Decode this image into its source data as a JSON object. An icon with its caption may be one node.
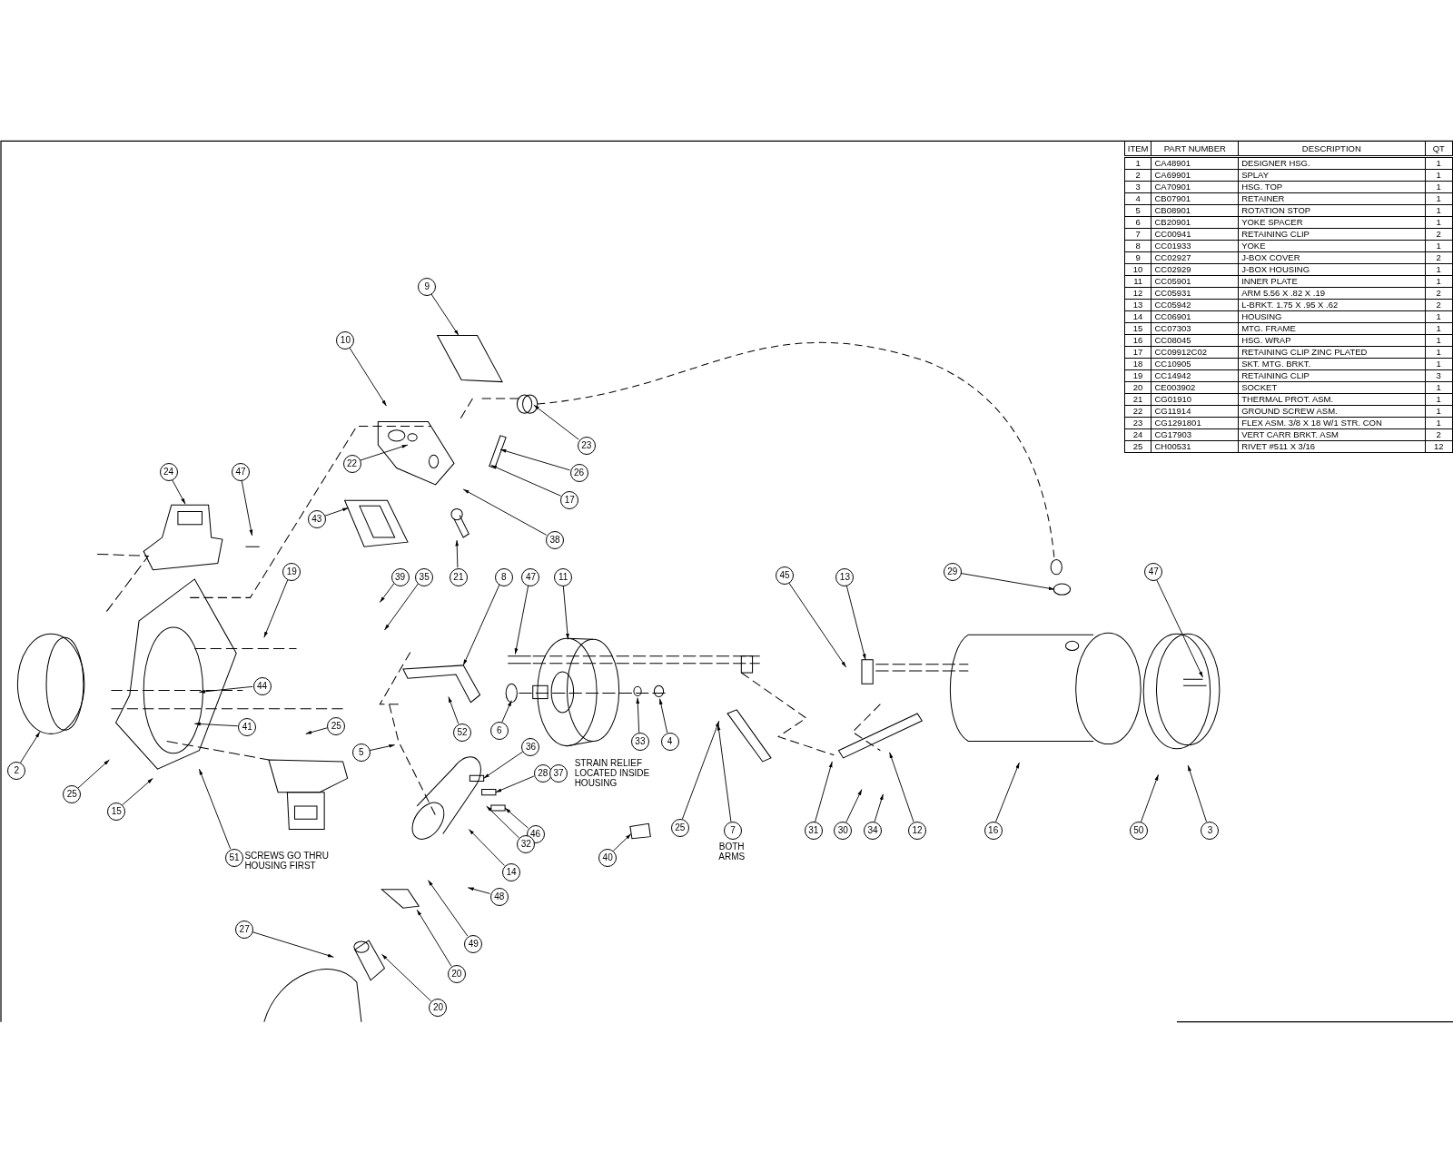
{
  "diagram": {
    "nodes": [
      {
        "text": [
          "9"
        ]
      },
      {
        "text": [
          "10"
        ]
      },
      {
        "text": [
          "23"
        ]
      },
      {
        "text": [
          "22"
        ]
      },
      {
        "text": [
          "26"
        ]
      },
      {
        "text": [
          "24"
        ]
      },
      {
        "text": [
          "47"
        ]
      },
      {
        "text": [
          "17"
        ]
      },
      {
        "text": [
          "43"
        ]
      },
      {
        "text": [
          "38"
        ]
      },
      {
        "text": [
          "21"
        ]
      },
      {
        "text": [
          "19"
        ]
      },
      {
        "text": [
          "39"
        ]
      },
      {
        "text": [
          "35"
        ]
      },
      {
        "text": [
          "8"
        ]
      },
      {
        "text": [
          "47"
        ]
      },
      {
        "text": [
          "11"
        ]
      },
      {
        "text": [
          "45"
        ]
      },
      {
        "text": [
          "13"
        ]
      },
      {
        "text": [
          "29"
        ]
      },
      {
        "text": [
          "47"
        ]
      },
      {
        "text": [
          "44"
        ]
      },
      {
        "text": [
          "41"
        ]
      },
      {
        "text": [
          "25"
        ]
      },
      {
        "text": [
          "6"
        ]
      },
      {
        "text": [
          "52"
        ]
      },
      {
        "text": [
          "33"
        ]
      },
      {
        "text": [
          "4"
        ]
      },
      {
        "text": [
          "5"
        ]
      },
      {
        "text": [
          "2"
        ]
      },
      {
        "text": [
          "36"
        ]
      },
      {
        "text": [
          "28"
        ]
      },
      {
        "text": [
          "37"
        ]
      },
      {
        "text": [
          "25"
        ]
      },
      {
        "text": [
          "15"
        ]
      },
      {
        "text": [
          "40"
        ]
      },
      {
        "text": [
          "46"
        ]
      },
      {
        "text": [
          "25"
        ]
      },
      {
        "text": [
          "7"
        ],
        "beside": [
          "BOTH ARMS"
        ]
      },
      {
        "text": [
          "31"
        ]
      },
      {
        "text": [
          "30"
        ]
      },
      {
        "text": [
          "34"
        ]
      },
      {
        "text": [
          "12"
        ]
      },
      {
        "text": [
          "16"
        ]
      },
      {
        "text": [
          "50"
        ]
      },
      {
        "text": [
          "3"
        ]
      },
      {
        "text": [
          "32"
        ]
      },
      {
        "text": [
          "51"
        ],
        "beside": [
          "SCREWS GO THRU HOUSING FIRST"
        ]
      },
      {
        "text": [
          "14"
        ]
      },
      {
        "text": [
          "48"
        ]
      },
      {
        "text": [
          "49"
        ]
      },
      {
        "text": [
          "27"
        ]
      },
      {
        "text": [
          "20"
        ]
      },
      {
        "text": [
          "20"
        ]
      }
    ],
    "edges": [
      {
        "from": 0,
        "to": null,
        "arrow": "to"
      },
      {
        "from": 1,
        "to": null,
        "arrow": "to"
      },
      {
        "from": 2,
        "to": null,
        "arrow": "to"
      },
      {
        "from": 3,
        "to": null,
        "arrow": "to"
      },
      {
        "from": 4,
        "to": null,
        "arrow": "to"
      },
      {
        "from": 5,
        "to": null,
        "arrow": "to"
      },
      {
        "from": 6,
        "to": null,
        "arrow": "to"
      },
      {
        "from": 7,
        "to": null,
        "arrow": "to"
      },
      {
        "from": 8,
        "to": null,
        "arrow": "to"
      },
      {
        "from": 9,
        "to": null,
        "arrow": "to"
      },
      {
        "from": 10,
        "to": null,
        "arrow": "to"
      },
      {
        "from": 11,
        "to": null,
        "arrow": "to"
      },
      {
        "from": 12,
        "to": null,
        "arrow": "to"
      },
      {
        "from": 13,
        "to": null,
        "arrow": "to"
      },
      {
        "from": 14,
        "to": null,
        "arrow": "to"
      },
      {
        "from": 15,
        "to": null,
        "arrow": "to"
      },
      {
        "from": 16,
        "to": null,
        "arrow": "to"
      },
      {
        "from": 17,
        "to": null,
        "arrow": "to"
      },
      {
        "from": 18,
        "to": null,
        "arrow": "to"
      },
      {
        "from": 19,
        "to": null,
        "arrow": "to"
      },
      {
        "from": 20,
        "to": null,
        "arrow": "to"
      },
      {
        "from": 21,
        "to": null,
        "arrow": "to"
      },
      {
        "from": 22,
        "to": null,
        "arrow": "to"
      },
      {
        "from": 23,
        "to": null,
        "arrow": "to"
      },
      {
        "from": 24,
        "to": null,
        "arrow": "to"
      },
      {
        "from": 25,
        "to": null,
        "arrow": "to"
      },
      {
        "from": 26,
        "to": null,
        "arrow": "to"
      },
      {
        "from": 27,
        "to": null,
        "arrow": "to"
      },
      {
        "from": 28,
        "to": null,
        "arrow": "to"
      },
      {
        "from": 29,
        "to": null,
        "arrow": "to"
      },
      {
        "from": 30,
        "to": null,
        "arrow": "to"
      },
      {
        "from": 31,
        "to": null,
        "arrow": "to"
      },
      {
        "from": 33,
        "to": null,
        "arrow": "to"
      },
      {
        "from": 34,
        "to": null,
        "arrow": "to"
      },
      {
        "from": 35,
        "to": null,
        "arrow": "to"
      },
      {
        "from": 36,
        "to": null,
        "arrow": "to"
      },
      {
        "from": 37,
        "to": null,
        "arrow": "to"
      },
      {
        "from": 38,
        "to": null,
        "arrow": "to"
      },
      {
        "from": 39,
        "to": null,
        "arrow": "to"
      },
      {
        "from": 40,
        "to": null,
        "arrow": "to"
      },
      {
        "from": 41,
        "to": null,
        "arrow": "to"
      },
      {
        "from": 42,
        "to": null,
        "arrow": "to"
      },
      {
        "from": 43,
        "to": null,
        "arrow": "to"
      },
      {
        "from": 44,
        "to": null,
        "arrow": "to"
      },
      {
        "from": 45,
        "to": null,
        "arrow": "to"
      },
      {
        "from": 46,
        "to": null,
        "arrow": "to"
      },
      {
        "from": 47,
        "to": null,
        "arrow": "to"
      },
      {
        "from": 48,
        "to": null,
        "arrow": "to"
      },
      {
        "from": 49,
        "to": null,
        "arrow": "to"
      },
      {
        "from": 50,
        "to": null,
        "arrow": "to"
      },
      {
        "from": 51,
        "to": null,
        "arrow": "to"
      },
      {
        "from": 52,
        "to": null,
        "arrow": "to"
      },
      {
        "from": 53,
        "to": null,
        "arrow": "to"
      }
    ],
    "labels": [
      "ITEM",
      "PART NUMBER",
      "DESCRIPTION",
      "QT",
      "1",
      "CA48901",
      "DESIGNER HSG.",
      "1",
      "2",
      "CA69901",
      "SPLAY",
      "1",
      "3",
      "CA70901",
      "HSG. TOP",
      "1",
      "4",
      "CB07901",
      "RETAINER",
      "1",
      "5",
      "CB08901",
      "ROTATION STOP",
      "1",
      "6",
      "CB20901",
      "YOKE SPACER",
      "1",
      "7",
      "CC00941",
      "RETAINING CLIP",
      "2",
      "8",
      "CC01933",
      "YOKE",
      "1",
      "9",
      "CC02927",
      "J-BOX COVER",
      "2",
      "10",
      "CC02929",
      "J-BOX HOUSING",
      "1",
      "11",
      "CC05901",
      "INNER PLATE",
      "1",
      "12",
      "CC05931",
      "ARM 5.56 X .82 X .19",
      "2",
      "13",
      "CC05942",
      "L-BRKT. 1.75 X .95 X .62",
      "2",
      "14",
      "CC06901",
      "HOUSING",
      "1",
      "15",
      "CC07303",
      "MTG. FRAME",
      "1",
      "16",
      "CC08045",
      "HSG. WRAP",
      "1",
      "17",
      "CC09912C02",
      "RETAINING CLIP ZINC PLATED",
      "1",
      "18",
      "CC10905",
      "SKT. MTG. BRKT.",
      "1",
      "19",
      "CC14942",
      "RETAINING CLIP",
      "3",
      "20",
      "CE003902",
      "SOCKET",
      "1",
      "21",
      "CG01910",
      "THERMAL PROT. ASM.",
      "1",
      "22",
      "CG11914",
      "GROUND SCREW ASM.",
      "1",
      "23",
      "CG1291801",
      "FLEX ASM. 3/8 X 18 W/1 STR. CON",
      "1",
      "24",
      "CG17903",
      "VERT CARR BRKT. ASM",
      "2",
      "25",
      "CH00531",
      "RIVET #511 X 3/16",
      "12",
      "STRAIN RELIEF LOCATED INSIDE HOUSING"
    ]
  }
}
